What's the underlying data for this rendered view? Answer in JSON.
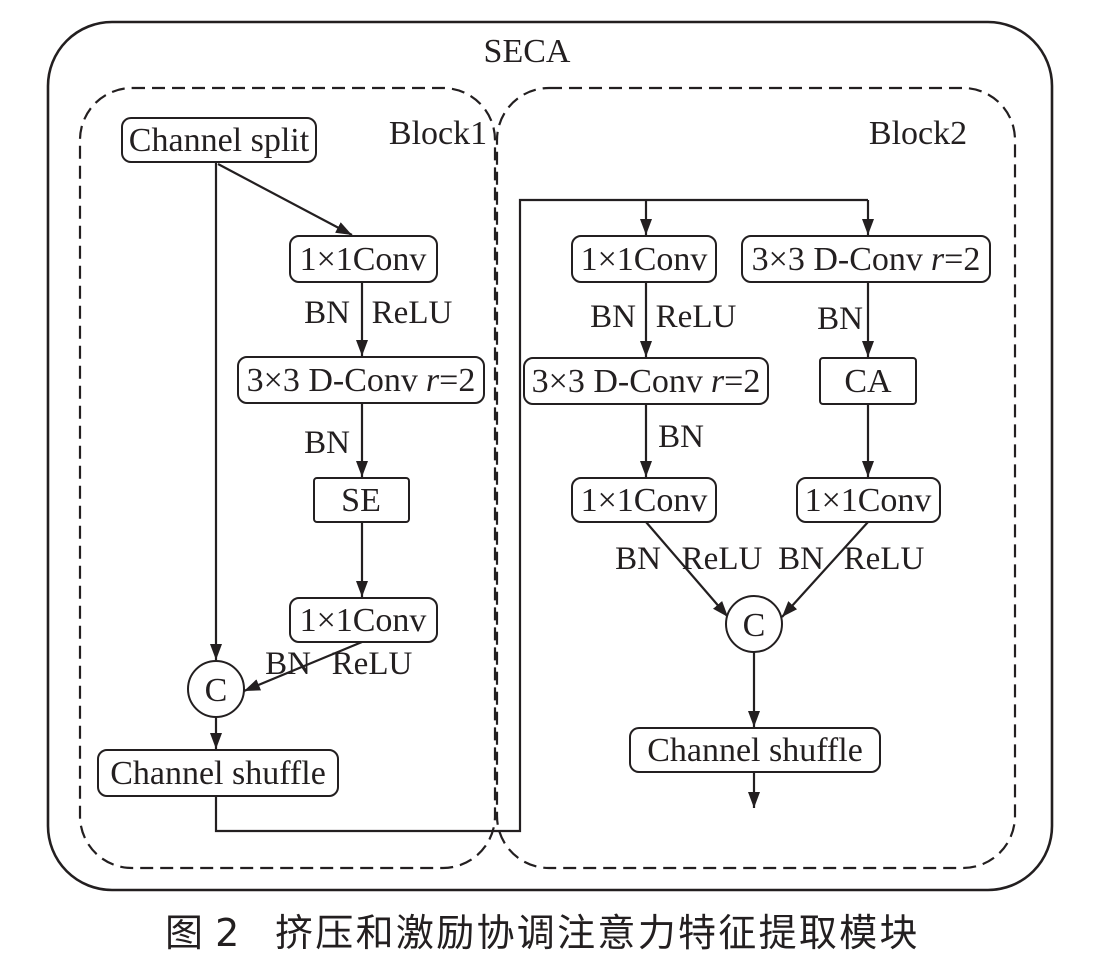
{
  "title": "SECA",
  "colors": {
    "ink": "#231f20",
    "paper": "#ffffff"
  },
  "block1": {
    "label": "Block1",
    "channel_split": "Channel split",
    "conv_in": {
      "label": "1×1Conv",
      "norm": "BN",
      "act": "ReLU"
    },
    "dconv": {
      "prefix": "3×3 D-Conv",
      "var": "r",
      "suffix": "=2",
      "norm": "BN"
    },
    "se": "SE",
    "conv_out": {
      "label": "1×1Conv",
      "norm": "BN",
      "act": "ReLU"
    },
    "concat": "C",
    "channel_shuffle": "Channel shuffle"
  },
  "block2": {
    "label": "Block2",
    "left_branch": {
      "conv_in": {
        "label": "1×1Conv",
        "norm": "BN",
        "act": "ReLU"
      },
      "dconv": {
        "prefix": "3×3 D-Conv",
        "var": "r",
        "suffix": "=2",
        "norm": "BN"
      },
      "conv_out": {
        "label": "1×1Conv",
        "norm": "BN",
        "act": "ReLU"
      }
    },
    "right_branch": {
      "dconv": {
        "prefix": "3×3 D-Conv",
        "var": "r",
        "suffix": "=2",
        "norm": "BN"
      },
      "ca": "CA",
      "conv_out": {
        "label": "1×1Conv",
        "norm": "BN",
        "act": "ReLU"
      }
    },
    "concat": "C",
    "channel_shuffle": "Channel shuffle"
  },
  "caption": {
    "figure": "图 2",
    "title": "挤压和激励协调注意力特征提取模块"
  }
}
